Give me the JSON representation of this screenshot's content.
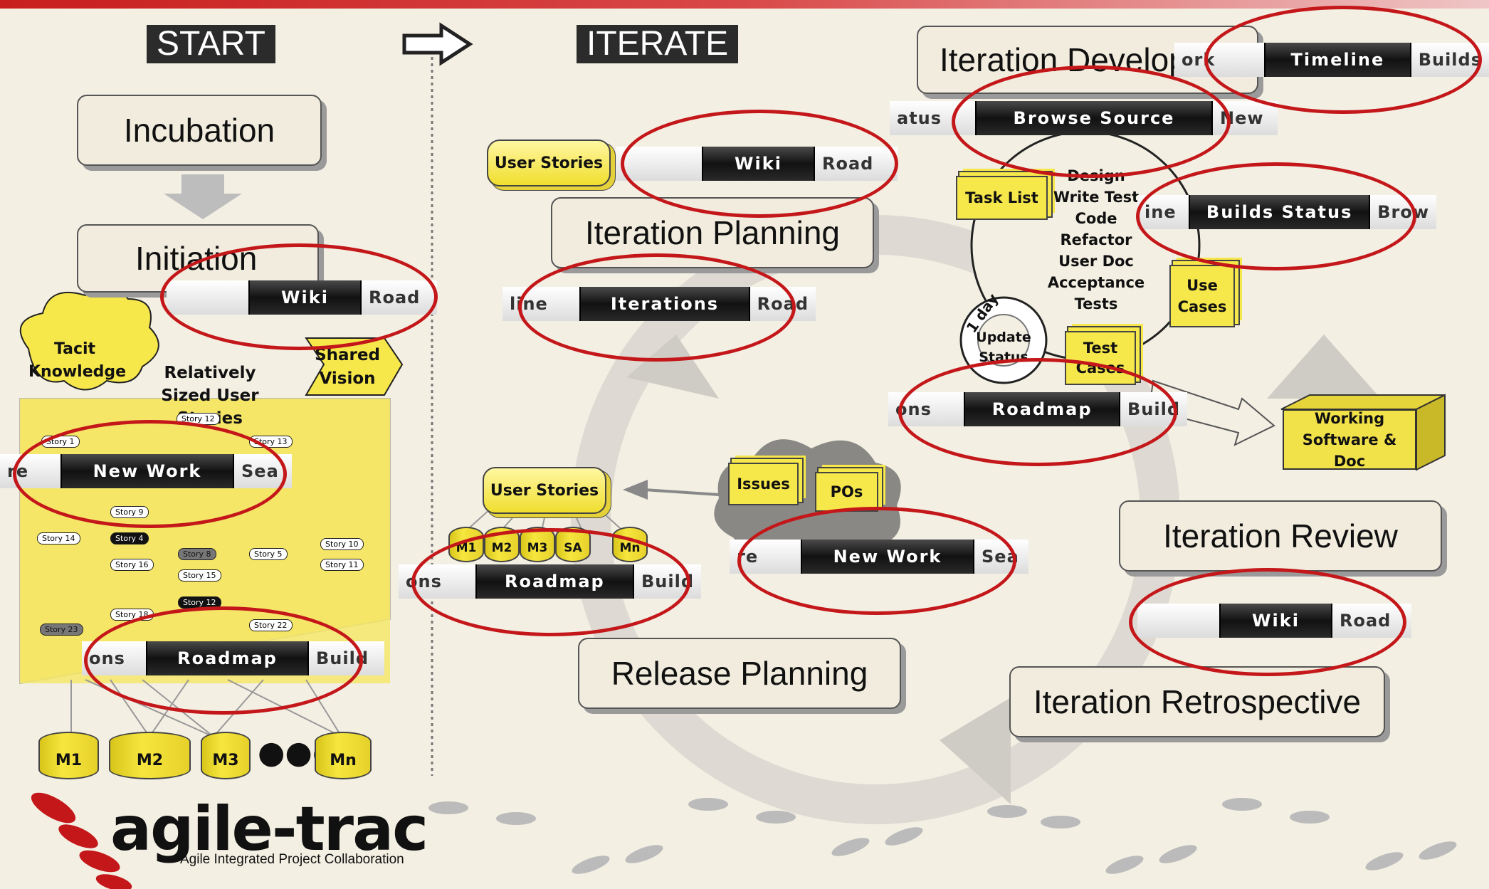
{
  "headers": {
    "start": "START",
    "iterate": "ITERATE"
  },
  "phases": {
    "incubation": "Incubation",
    "initiation": "Initiation",
    "iteration_planning": "Iteration Planning",
    "release_planning": "Release Planning",
    "iteration_development": "Iteration Develop",
    "iteration_review": "Iteration Review",
    "iteration_retrospective": "Iteration Retrospective"
  },
  "nav_bars": {
    "initiation_wiki": {
      "left": "",
      "active": "Wiki",
      "right": "Road"
    },
    "new_work_left": {
      "left": "re",
      "active": "New Work",
      "right": "Sea"
    },
    "roadmap_left": {
      "left": "ons",
      "active": "Roadmap",
      "right": "Build"
    },
    "planning_wiki": {
      "left": "",
      "active": "Wiki",
      "right": "Road"
    },
    "iterations": {
      "left": "line",
      "active": "Iterations",
      "right": "Road"
    },
    "roadmap_release": {
      "left": "ons",
      "active": "Roadmap",
      "right": "Build"
    },
    "new_work_release": {
      "left": "re",
      "active": "New Work",
      "right": "Sea"
    },
    "timeline": {
      "left": "ork",
      "active": "Timeline",
      "right": "Builds"
    },
    "browse_source": {
      "left": "atus",
      "active": "Browse Source",
      "right": "New"
    },
    "builds_status": {
      "left": "ine",
      "active": "Builds Status",
      "right": "Brow"
    },
    "roadmap_dev": {
      "left": "ons",
      "active": "Roadmap",
      "right": "Build"
    },
    "review_wiki": {
      "left": "",
      "active": "Wiki",
      "right": "Road"
    }
  },
  "start_side": {
    "tacit_knowledge": "Tacit Knowledge",
    "relatively_sized": "Relatively Sized User Stories",
    "shared_vision": "Shared Vision",
    "stories": [
      "Story 12",
      "Story 1",
      "Story 13",
      "Story 9",
      "Story 14",
      "Story 4",
      "Story 8",
      "Story 5",
      "Story 10",
      "Story 16",
      "Story 15",
      "Story 11",
      "Story 12",
      "Story 18",
      "Story 23",
      "Story 22"
    ],
    "milestones": [
      "M1",
      "M2",
      "M3",
      "Mn"
    ]
  },
  "iterate_side": {
    "user_stories_top": "User Stories",
    "user_stories_release": "User Stories",
    "issues": "Issues",
    "pos": "POs",
    "milestone_row": [
      "M1",
      "M2",
      "M3",
      "SA",
      "Mn"
    ],
    "task_list": "Task List",
    "dev_steps": [
      "Design",
      "Write Test",
      "Code",
      "Refactor",
      "User Doc",
      "Acceptance Tests"
    ],
    "use_cases": "Use Cases",
    "test_cases": "Test Cases",
    "one_day": "1 day",
    "update_status": "Update Status",
    "working_software": "Working Software & Doc"
  },
  "logo": {
    "title": "agile-trac",
    "subtitle": "Agile Integrated Project Collaboration"
  },
  "colors": {
    "accent_red": "#c4171a",
    "note_yellow": "#f6e74a",
    "phase_fill": "#f1ecdd",
    "nav_dark": "#1b1b1b"
  }
}
